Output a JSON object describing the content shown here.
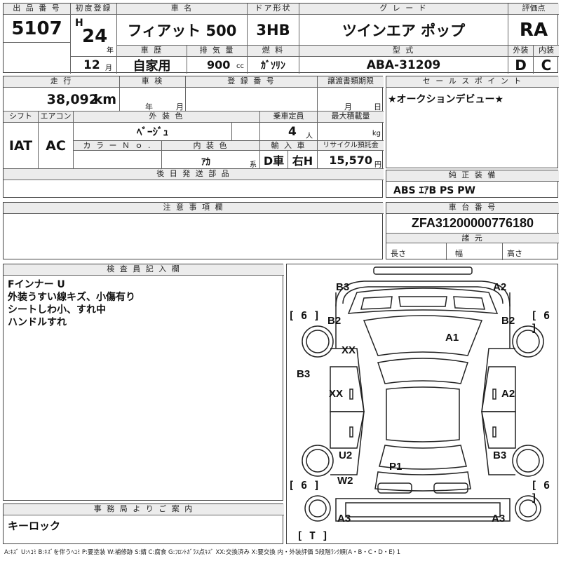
{
  "header": {
    "lot_label": "出 品 番 号",
    "lot_value": "5107",
    "first_reg_label": "初度登録",
    "era": "H",
    "year": "24",
    "year_unit": "年",
    "month": "12",
    "month_unit": "月",
    "model_label": "車 名",
    "model_value": "フィアット 500",
    "door_label": "ドア形状",
    "door_value": "3HB",
    "grade_label": "グ レ ー ド",
    "grade_value": "ツインエア ポップ",
    "score_label": "評価点",
    "score_value": "RA",
    "history_label": "車 歴",
    "history_value": "自家用",
    "disp_label": "排 気 量",
    "disp_value": "900",
    "disp_unit": "cc",
    "fuel_label": "燃 料",
    "fuel_value": "ｶﾞｿﾘﾝ",
    "type_label": "型 式",
    "type_value": "ABA-31209",
    "ext_label": "外装",
    "ext_value": "D",
    "int_label": "内装",
    "int_value": "C"
  },
  "row2": {
    "mileage_label": "走 行",
    "mileage_value": "38,092",
    "mileage_unit": "km",
    "inspection_label": "車 検",
    "inspection_year": "年",
    "inspection_month": "月",
    "regno_label": "登 録 番 号",
    "transfer_label": "譲渡書類期限",
    "transfer_month": "月",
    "transfer_day": "日",
    "shift_label": "シフト",
    "shift_value": "IAT",
    "ac_label": "エアコン",
    "ac_value": "AC",
    "color_label": "外 装 色",
    "color_value": "ﾍﾞｰｼﾞｭ",
    "colorno_label": "カ ラ ー Ｎ ｏ .",
    "interior_label": "内 装 色",
    "interior_value": "ｱｶ",
    "interior_unit": "系",
    "seats_label": "乗車定員",
    "seats_value": "4",
    "seats_unit": "人",
    "load_label": "最大積載量",
    "load_unit": "kg",
    "import_label": "輸 入 車",
    "import_d": "D車",
    "import_side": "右H",
    "recycle_label": "リサイクル預託金",
    "recycle_value": "15,570",
    "recycle_unit": "円",
    "later_label": "後 日 発 送 部 品"
  },
  "sales_point": {
    "label": "セ ー ル ス ポ イ ン ト",
    "text": "★オークションデビュー★"
  },
  "equipment": {
    "label": "純 正 装 備",
    "text": "ABS ｴｱB PS PW"
  },
  "notes": {
    "label": "注 意 事 項 欄"
  },
  "chassis": {
    "label": "車 台 番 号",
    "value": "ZFA31200000776180",
    "dims_label": "諸 元",
    "length": "長さ",
    "width": "幅",
    "height": "高さ"
  },
  "inspector": {
    "label": "検 査 員 記 入 欄",
    "lines": [
      "Fインナー U",
      "外装うすい線キズ、小傷有り",
      "シートしわ小、すれ中",
      "ハンドルすれ"
    ]
  },
  "office": {
    "label": "事 務 局 よ り ご 案 内",
    "text": "キーロック"
  },
  "damage": {
    "tread_fl": "[ 6 ]",
    "tread_fr": "[ 6 ]",
    "tread_rl": "[ 6 ]",
    "tread_rr": "[ 6 ]",
    "t_label": "[ T ]",
    "marks": {
      "b3_top": "B3",
      "a2_top": "A2",
      "b2_left": "B2",
      "b2_right": "B2",
      "xx_upper": "XX",
      "a1": "A1",
      "b3_left": "B3",
      "xx_mid": "XX",
      "a2_right": "A2",
      "u2": "U2",
      "p1": "P1",
      "b3_right": "B3",
      "w2": "W2",
      "a3_left": "A3",
      "a3_right": "A3"
    }
  },
  "legend": "A:ｷｽﾞ U:ﾍｺﾐ B:ｷｽﾞを伴うﾍｺﾐ P:要塗装 W:補修跡 S:錆 C:腐食 G:ﾌﾛﾝﾄｶﾞﾗｽ点ｷｽﾞ XX:交換済み X:要交換 内・外装評価 5段階ﾗﾝｸ順(A・B・C・D・E) 1"
}
